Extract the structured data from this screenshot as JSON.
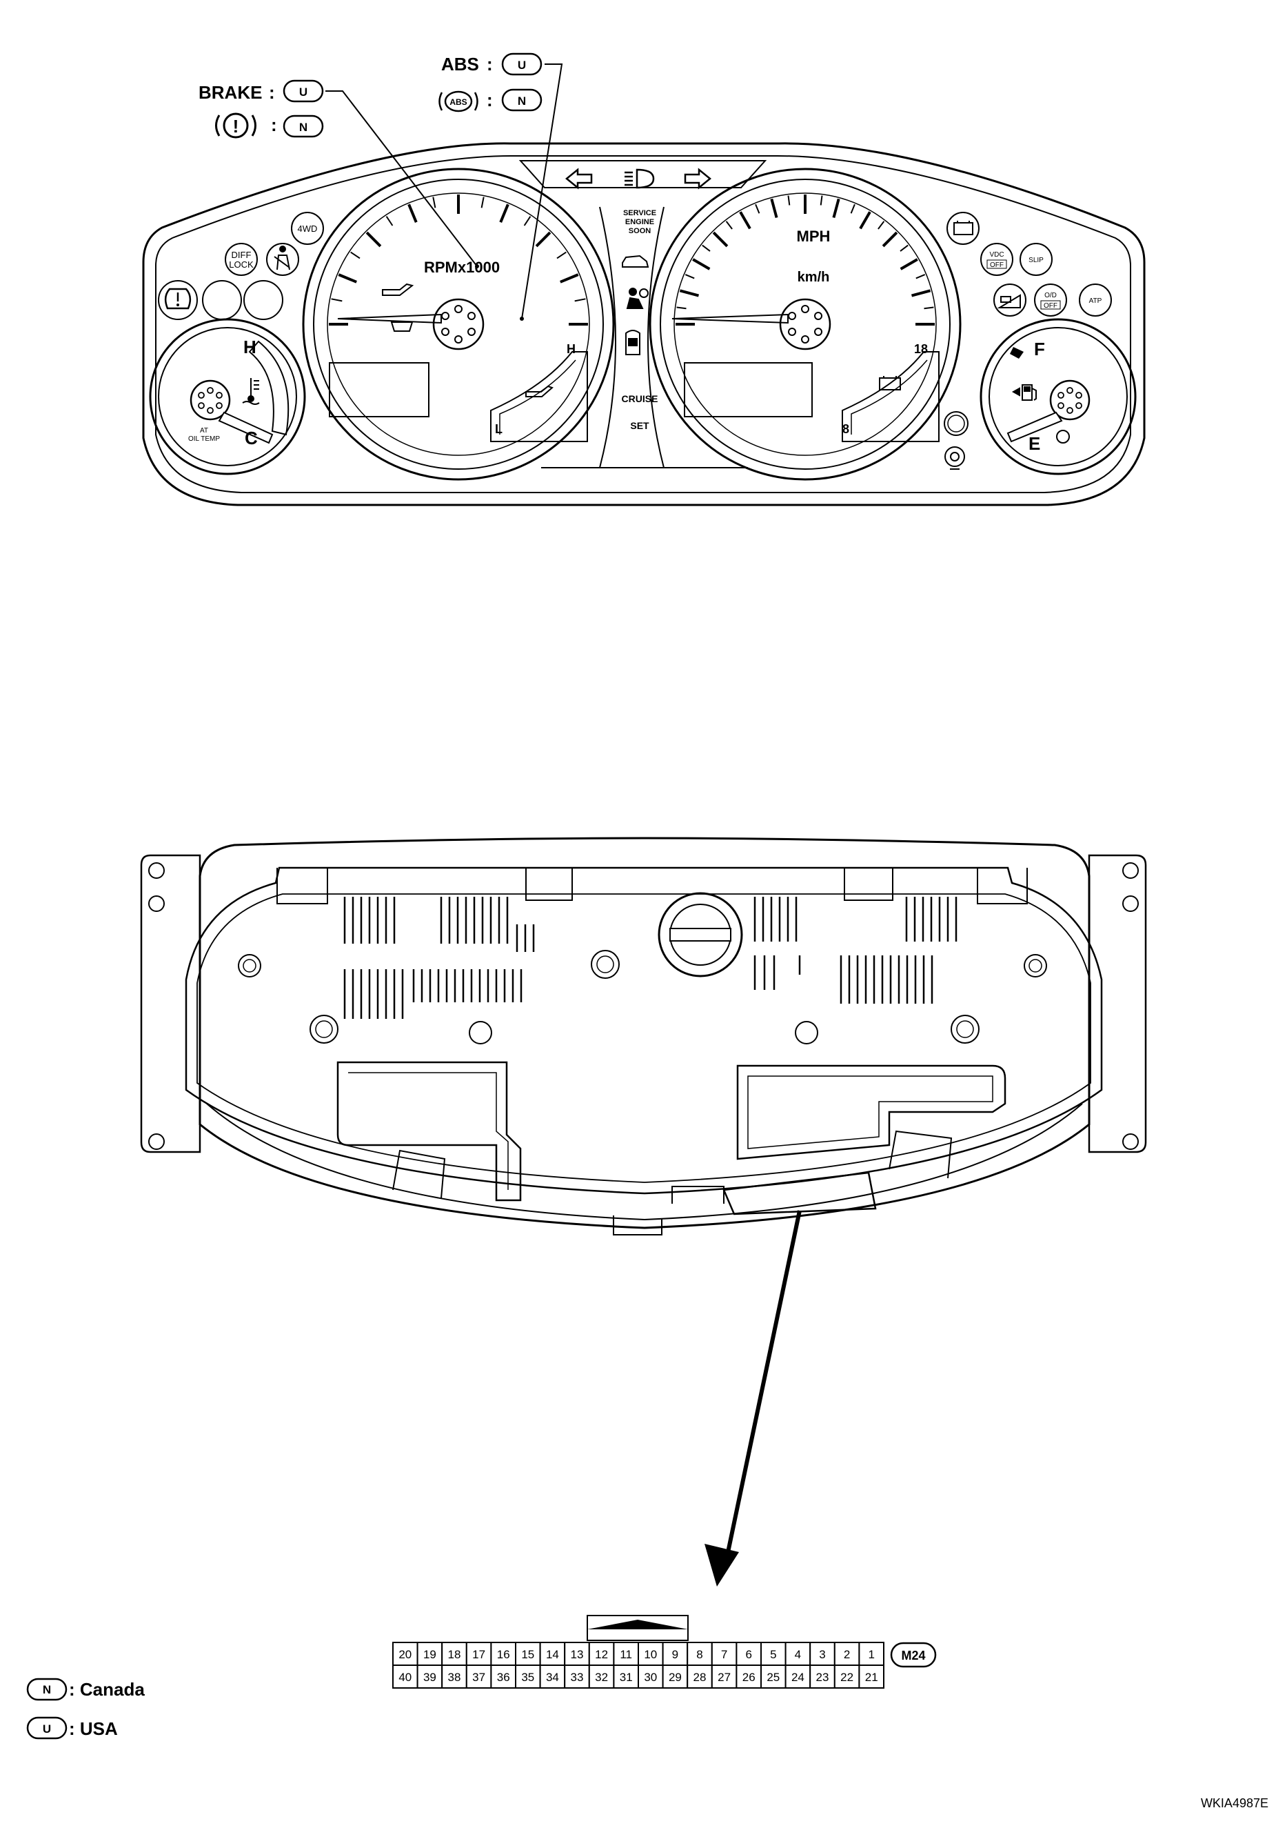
{
  "callouts": {
    "brake_label": "BRAKE",
    "abs_label": "ABS",
    "abs_icon_text": "ABS",
    "brake_icon_text": "!",
    "separator": ":",
    "usa_code": "U",
    "canada_code": "N"
  },
  "cluster": {
    "tach_label": "RPMx1000",
    "speedo_unit_primary": "MPH",
    "speedo_unit_secondary": "km/h",
    "service_engine_soon": [
      "SERVICE",
      "ENGINE",
      "SOON"
    ],
    "cruise_label": "CRUISE",
    "set_label": "SET",
    "four_wd_label": "4WD",
    "diff_lock_label": [
      "DIFF",
      "LOCK"
    ],
    "vdc_off_label": [
      "VDC",
      "OFF"
    ],
    "slip_label": "SLIP",
    "od_off_label": [
      "O/D",
      "OFF"
    ],
    "atp_label": "ATP",
    "temp_gauge": {
      "high": "H",
      "low": "C",
      "label": [
        "AT",
        "OIL TEMP"
      ]
    },
    "fuel_gauge": {
      "full": "F",
      "empty": "E"
    },
    "oil_pressure_gauge": {
      "high": "H",
      "low": "L"
    },
    "voltmeter": {
      "high": "18",
      "low": "8"
    }
  },
  "connector": {
    "id": "M24",
    "row_top": [
      "20",
      "19",
      "18",
      "17",
      "16",
      "15",
      "14",
      "13",
      "12",
      "11",
      "10",
      "9",
      "8",
      "7",
      "6",
      "5",
      "4",
      "3",
      "2",
      "1"
    ],
    "row_bottom": [
      "40",
      "39",
      "38",
      "37",
      "36",
      "35",
      "34",
      "33",
      "32",
      "31",
      "30",
      "29",
      "28",
      "27",
      "26",
      "25",
      "24",
      "23",
      "22",
      "21"
    ]
  },
  "legend": {
    "items": [
      {
        "code": "N",
        "text": ": Canada"
      },
      {
        "code": "U",
        "text": ": USA"
      }
    ]
  },
  "figure_code": "WKIA4987E"
}
